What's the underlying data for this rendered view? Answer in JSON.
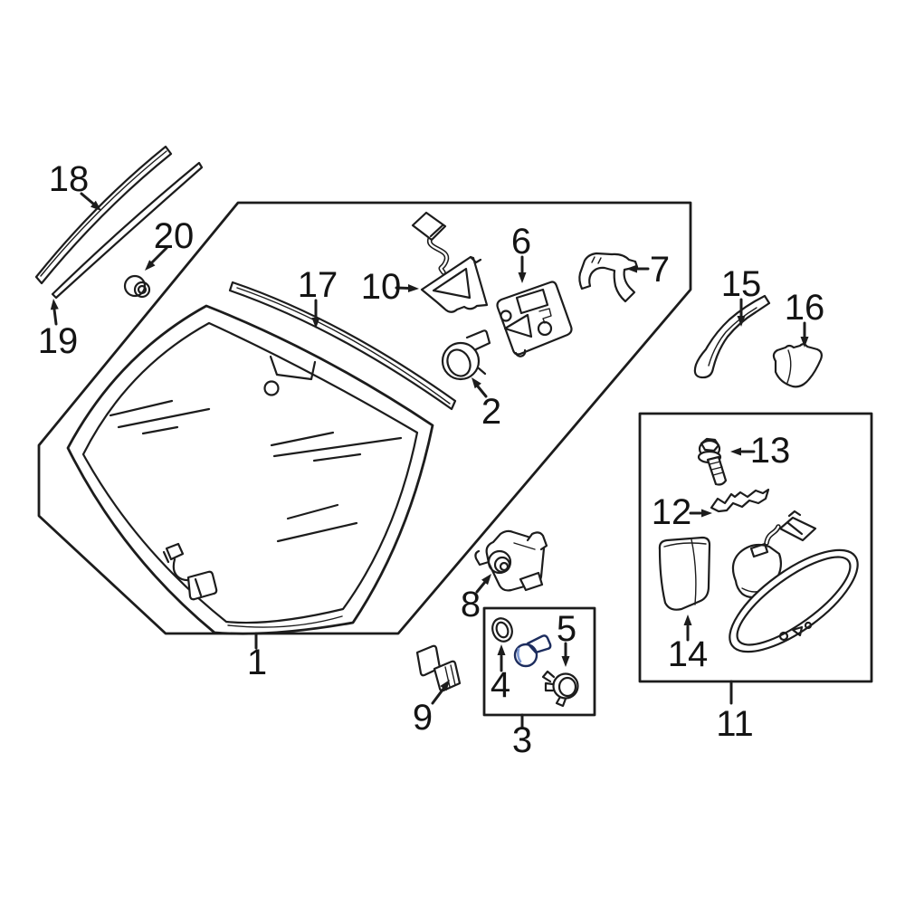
{
  "diagram": {
    "description": "Exploded parts diagram of a vehicle windshield assembly with numbered callouts",
    "background_color": "#ffffff",
    "line_color": "#1c1c1c",
    "highlight_color": "#3c63b0",
    "highlight_outline_color": "#1d2d5e",
    "callouts": [
      "1",
      "2",
      "3",
      "4",
      "5",
      "6",
      "7",
      "8",
      "9",
      "10",
      "11",
      "12",
      "13",
      "14",
      "15",
      "16",
      "17",
      "18",
      "19",
      "20"
    ]
  }
}
